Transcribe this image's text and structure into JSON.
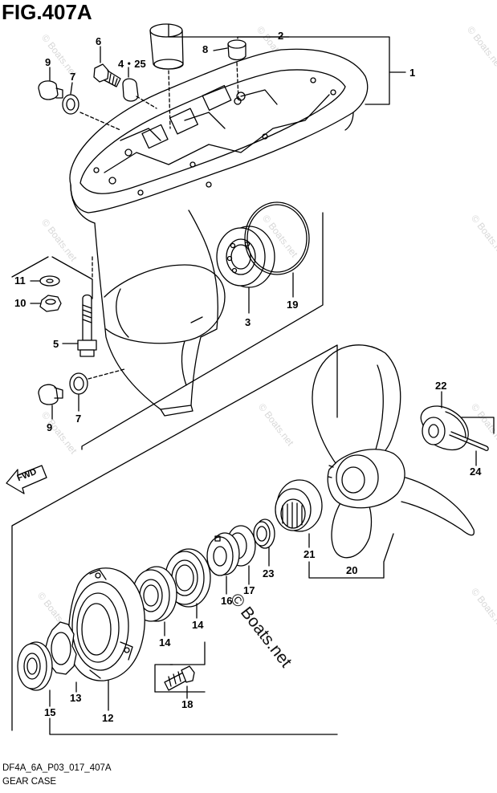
{
  "figure": {
    "title": "FIG.407A",
    "code": "DF4A_6A_P03_017_407A",
    "name": "GEAR CASE"
  },
  "fwd_label": "FWD",
  "watermark": "© Boats.net",
  "callouts": {
    "c1": "1",
    "c2": "2",
    "c3": "3",
    "c4": "4・25",
    "c5": "5",
    "c6": "6",
    "c7a": "7",
    "c7b": "7",
    "c8": "8",
    "c9a": "9",
    "c9b": "9",
    "c10": "10",
    "c11": "11",
    "c12": "12",
    "c13": "13",
    "c14a": "14",
    "c14b": "14",
    "c15": "15",
    "c16": "16",
    "c17": "17",
    "c18": "18",
    "c19": "19",
    "c20": "20",
    "c21": "21",
    "c22": "22",
    "c23": "23",
    "c24": "24"
  }
}
